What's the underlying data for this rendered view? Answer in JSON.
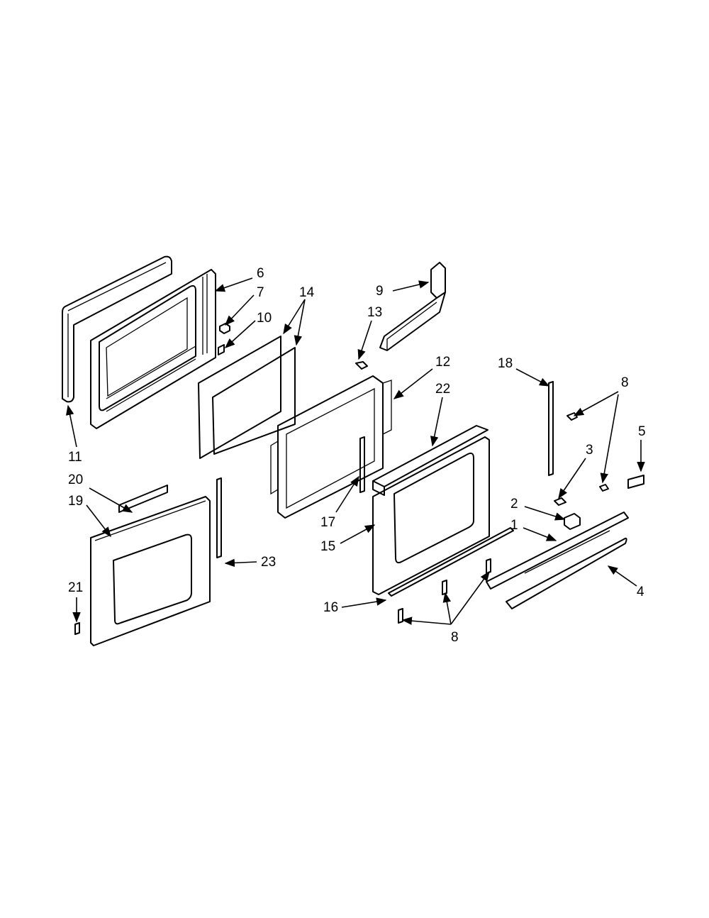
{
  "diagram": {
    "callouts": [
      {
        "id": "c6",
        "label": "6"
      },
      {
        "id": "c7",
        "label": "7"
      },
      {
        "id": "c10",
        "label": "10"
      },
      {
        "id": "c14",
        "label": "14"
      },
      {
        "id": "c11",
        "label": "11"
      },
      {
        "id": "c9",
        "label": "9"
      },
      {
        "id": "c13",
        "label": "13"
      },
      {
        "id": "c12",
        "label": "12"
      },
      {
        "id": "c22",
        "label": "22"
      },
      {
        "id": "c17",
        "label": "17"
      },
      {
        "id": "c15",
        "label": "15"
      },
      {
        "id": "c16",
        "label": "16"
      },
      {
        "id": "c8a",
        "label": "8"
      },
      {
        "id": "c18",
        "label": "18"
      },
      {
        "id": "c8b",
        "label": "8"
      },
      {
        "id": "c5",
        "label": "5"
      },
      {
        "id": "c3",
        "label": "3"
      },
      {
        "id": "c2",
        "label": "2"
      },
      {
        "id": "c1",
        "label": "1"
      },
      {
        "id": "c4",
        "label": "4"
      },
      {
        "id": "c20",
        "label": "20"
      },
      {
        "id": "c19",
        "label": "19"
      },
      {
        "id": "c21",
        "label": "21"
      },
      {
        "id": "c23",
        "label": "23"
      }
    ]
  }
}
